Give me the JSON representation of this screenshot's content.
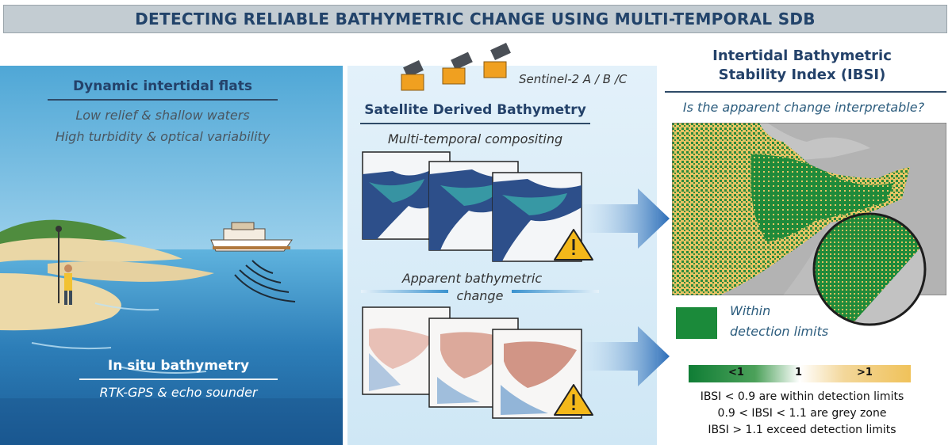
{
  "banner": {
    "title": "DETECTING RELIABLE BATHYMETRIC CHANGE USING MULTI-TEMPORAL SDB"
  },
  "left": {
    "heading": "Dynamic intertidal flats",
    "line1": "Low relief & shallow waters",
    "line2": "High turbidity & optical variability",
    "insitu_heading": "In situ bathymetry",
    "insitu_sub": "RTK-GPS & echo sounder"
  },
  "middle": {
    "sentinel_label": "Sentinel-2 A / B /C",
    "sdb_heading": "Satellite Derived Bathymetry",
    "compositing_label": "Multi-temporal compositing",
    "change_label_line1": "Apparent bathymetric",
    "change_label_line2": "change"
  },
  "right": {
    "title_line1": "Intertidal Bathymetric",
    "title_line2": "Stability Index (IBSI)",
    "question": "Is the apparent change interpretable?",
    "legend_line1": "Within",
    "legend_line2": "detection limits",
    "colorbar": {
      "low": "<1",
      "mid": "1",
      "high": ">1"
    },
    "notes": [
      "IBSI < 0.9 are within detection limits",
      "0.9 < IBSI < 1.1 are grey zone",
      "IBSI > 1.1 exceed detection limits"
    ]
  },
  "colors": {
    "title": "#22436a",
    "ibsi_green": "#1b8a3a",
    "ibsi_yellow": "#f1c35f",
    "arrow_blue": "#2a6db8",
    "warning_yellow": "#f4b81a"
  },
  "icons": [
    "satellite-icon",
    "warning-icon",
    "boat-icon",
    "surveyor-icon",
    "sonar-waves-icon",
    "right-arrow-icon"
  ]
}
